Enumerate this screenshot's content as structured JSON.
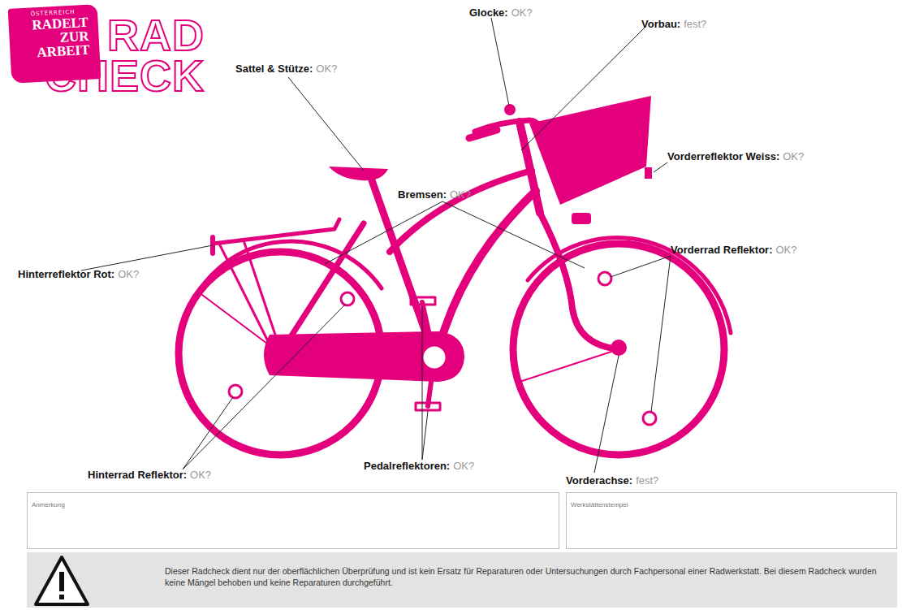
{
  "diagram": {
    "title": "RAD CHECK",
    "nodes": [
      {
        "text": [
          "ÖSTERREICH",
          "RADELT ZUR ARBEIT"
        ]
      },
      {
        "text": [
          "Anmerkung"
        ]
      },
      {
        "text": [
          "Werkstättenstempel"
        ]
      },
      {
        "text": [
          "Dieser Radcheck dient nur der oberflächlichen Überprüfung und ist kein Ersatz für Reparaturen oder Untersuchungen durch Fachpersonal einer Radwerkstatt. Bei diesem Radcheck wurden keine Mängel behoben und keine Reparaturen durchgeführt."
        ]
      }
    ],
    "labels": [
      "Glocke:",
      "OK?",
      "Vorbau:",
      "fest?",
      "Sattel & Stütze:",
      "OK?",
      "Bremsen:",
      "OK?",
      "Vorderreflektor Weiss:",
      "OK?",
      "Vorderrad Reflektor:",
      "OK?",
      "Hinterreflektor Rot:",
      "OK?",
      "Hinterrad Reflektor:",
      "OK?",
      "Pedalreflektoren:",
      "OK?",
      "Vorderachse:",
      "fest?"
    ]
  }
}
